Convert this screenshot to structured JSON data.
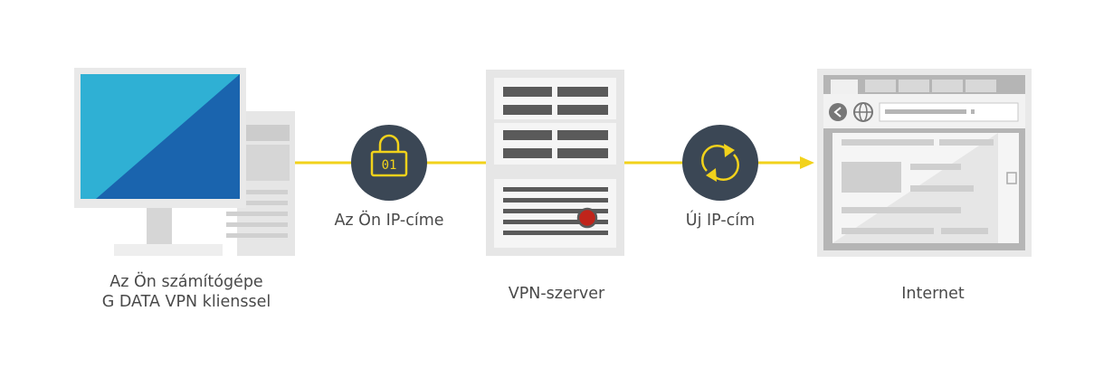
{
  "nodes": {
    "computer": {
      "label_line1": "Az Ön számítógépe",
      "label_line2": "G DATA VPN klienssel"
    },
    "server": {
      "label": "VPN-szerver"
    },
    "internet": {
      "label": "Internet"
    }
  },
  "links": {
    "first": {
      "label": "Az Ön IP-címe",
      "icon": "lock-icon",
      "icon_text": "01"
    },
    "second": {
      "label": "Új IP-cím",
      "icon": "refresh-icon"
    }
  },
  "colors": {
    "connector": "#f2d21b",
    "badge": "#3b4755",
    "monitor_light": "#2fb0d4",
    "monitor_dark": "#1a64ae",
    "server_led": "#c0241b"
  }
}
